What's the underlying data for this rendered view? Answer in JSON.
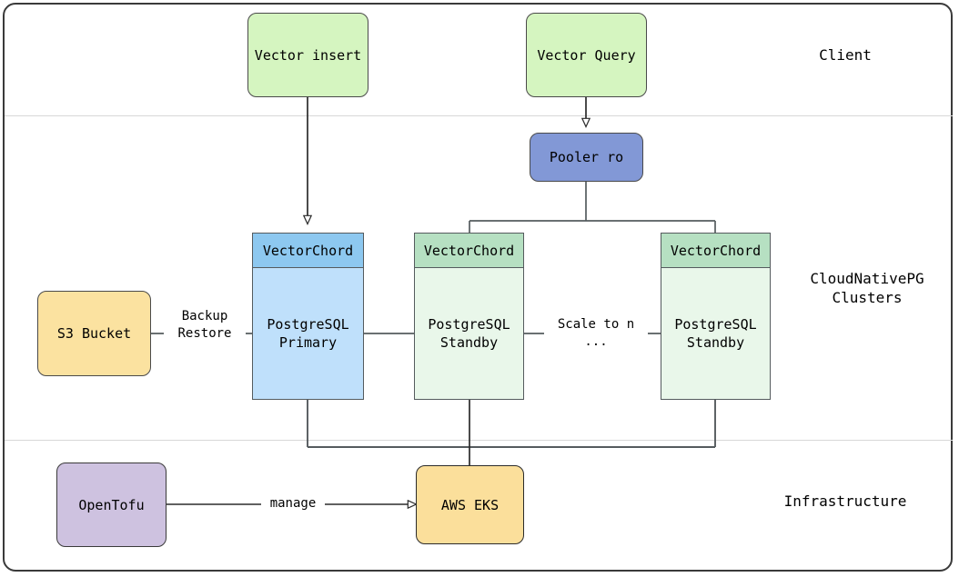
{
  "diagram": {
    "lanes": [
      {
        "id": "client",
        "label": "Client"
      },
      {
        "id": "cnpg",
        "label": "CloudNativePG\nClusters"
      },
      {
        "id": "infra",
        "label": "Infrastructure"
      }
    ],
    "nodes": {
      "vector_insert": {
        "label": "Vector insert",
        "color": "#d5f5c0"
      },
      "vector_query": {
        "label": "Vector Query",
        "color": "#d5f5c0"
      },
      "pooler_ro": {
        "label": "Pooler ro",
        "color": "#8298d6"
      },
      "s3_bucket": {
        "label": "S3 Bucket",
        "color": "#fbe2a0"
      },
      "primary": {
        "header": "VectorChord",
        "label": "PostgreSQL\nPrimary",
        "header_color": "#8dc8f0",
        "body_color": "#bfe0fb"
      },
      "standby_1": {
        "header": "VectorChord",
        "label": "PostgreSQL\nStandby",
        "header_color": "#b6e0c2",
        "body_color": "#e9f7ea"
      },
      "standby_n": {
        "header": "VectorChord",
        "label": "PostgreSQL\nStandby",
        "header_color": "#b6e0c2",
        "body_color": "#e9f7ea"
      },
      "opentofu": {
        "label": "OpenTofu",
        "color": "#cec2e0"
      },
      "aws_eks": {
        "label": "AWS EKS",
        "color": "#fbdf9b"
      }
    },
    "edge_labels": {
      "backup_restore": "Backup\nRestore",
      "scale_to_n": "Scale to n\n...",
      "manage": "manage"
    }
  }
}
